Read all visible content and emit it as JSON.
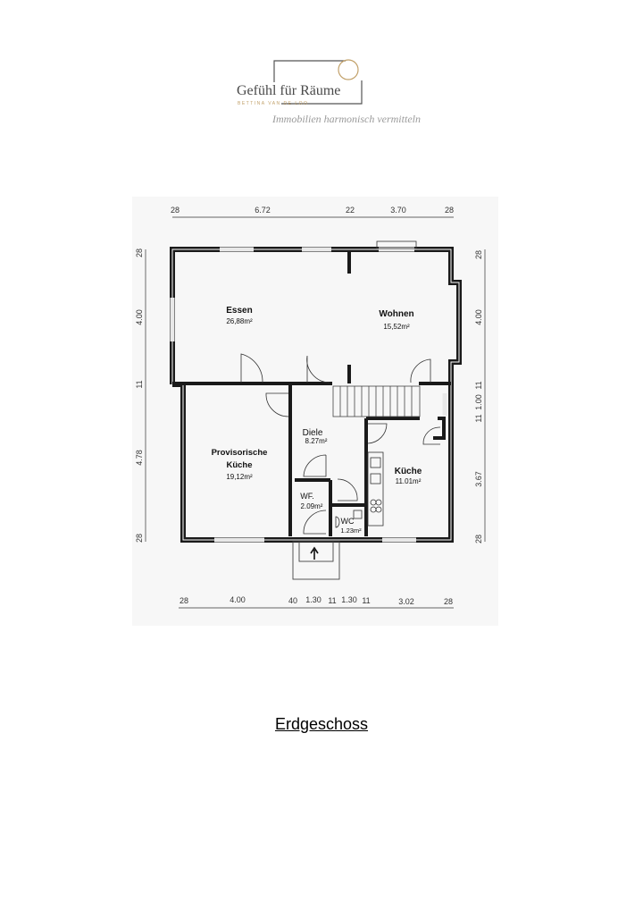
{
  "logo": {
    "brand": "Gefühl für Räume",
    "owner": "BETTINA VAN DE LOO",
    "tagline": "Immobilien harmonisch vermitteln",
    "accent": "#c2a16a"
  },
  "plan": {
    "rooms": [
      {
        "name": "Essen",
        "area": "26,88m²"
      },
      {
        "name": "Wohnen",
        "area": "15,52m²"
      },
      {
        "name": "Diele",
        "area": "8.27m²"
      },
      {
        "name": "Provisorische",
        "name2": "Küche",
        "area": "19,12m²"
      },
      {
        "name": "Küche",
        "area": "11.01m²"
      },
      {
        "name": "WF.",
        "area": "2.09m²"
      },
      {
        "name": "WC",
        "area": "1.23m²"
      }
    ],
    "dims_top": [
      "28",
      "6.72",
      "22",
      "3.70",
      "28"
    ],
    "dims_left": [
      "28",
      "4.00",
      "11",
      "4.78",
      "28"
    ],
    "dims_right": [
      "28",
      "4.00",
      "11",
      "1.00",
      "11",
      "3.67",
      "28"
    ],
    "dims_bottom": [
      "28",
      "4.00",
      "40",
      "1.30",
      "11",
      "1.30",
      "11",
      "3.02",
      "28"
    ]
  },
  "caption": "Erdgeschoss"
}
